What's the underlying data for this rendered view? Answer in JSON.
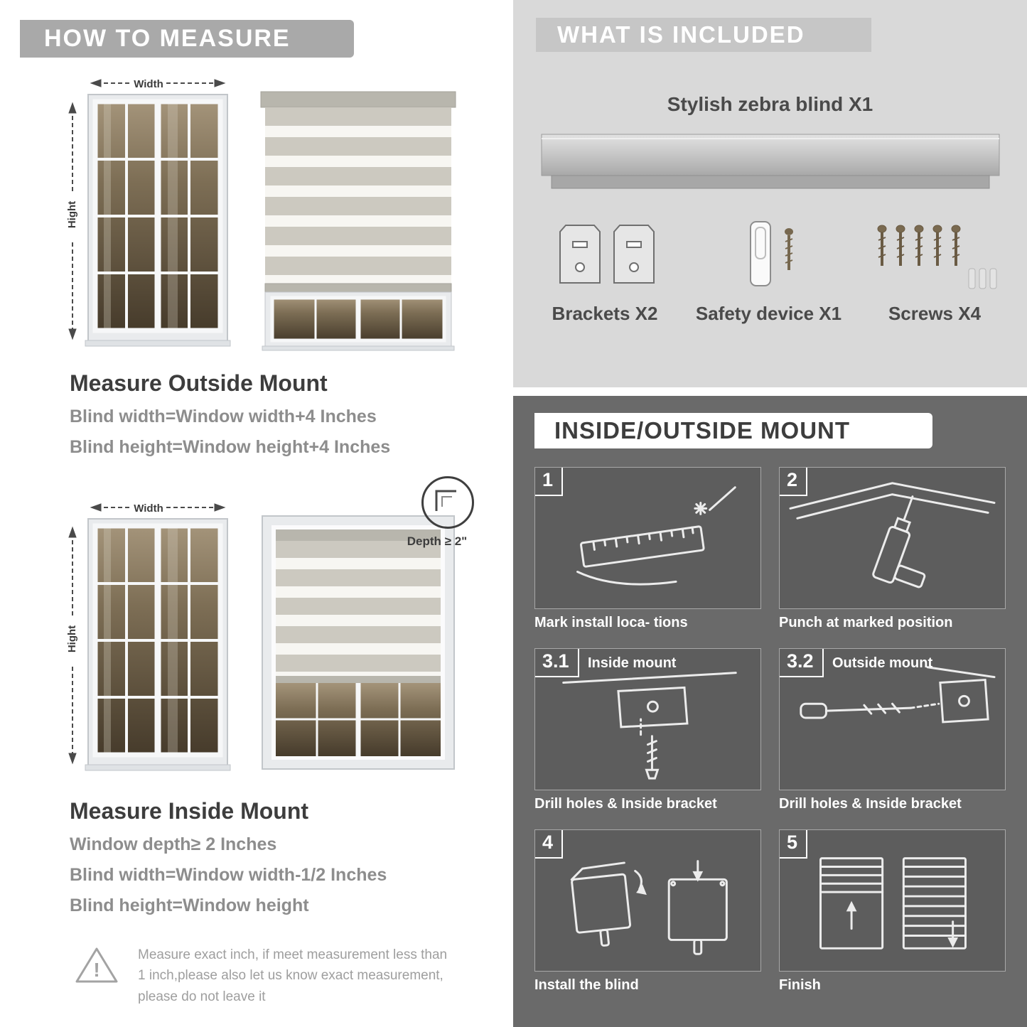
{
  "colors": {
    "banner_gray": "#a9a9a9",
    "included_bg": "#d9d9d9",
    "included_banner_bg": "#c6c6c6",
    "mount_bg": "#6a6a6a",
    "panel_bg": "#5d5d5d",
    "heading_text": "#3d3d3d",
    "body_text": "#8d8d8d"
  },
  "how_to_measure": {
    "banner": "HOW TO MEASURE",
    "width_label": "Width",
    "height_label": "Hight",
    "warning_glyph": "!",
    "outside": {
      "heading": "Measure Outside Mount",
      "lines": [
        "Blind width=Window width+4 Inches",
        "Blind height=Window height+4 Inches"
      ]
    },
    "inside": {
      "depth_label": "Depth ≥ 2\"",
      "heading": "Measure Inside Mount",
      "lines": [
        "Window depth≥ 2 Inches",
        "Blind width=Window width-1/2 Inches",
        "Blind height=Window height"
      ]
    },
    "warning_text": "Measure exact inch, if meet measurement less than 1 inch,please also let us know exact measurement, please do not leave it"
  },
  "included": {
    "banner": "WHAT IS INCLUDED",
    "product_label": "Stylish zebra blind X1",
    "items": [
      {
        "label": "Brackets X2",
        "icon": "brackets-icon"
      },
      {
        "label": "Safety device X1",
        "icon": "safety-device-icon"
      },
      {
        "label": "Screws X4",
        "icon": "screws-icon"
      }
    ]
  },
  "mount_guide": {
    "banner": "INSIDE/OUTSIDE MOUNT",
    "steps": [
      {
        "num": "1",
        "title": "",
        "caption": "Mark install loca- tions"
      },
      {
        "num": "2",
        "title": "",
        "caption": "Punch at  marked position"
      },
      {
        "num": "3.1",
        "title": "Inside mount",
        "caption": "Drill holes &  Inside bracket"
      },
      {
        "num": "3.2",
        "title": "Outside mount",
        "caption": "Drill holes &  Inside bracket"
      },
      {
        "num": "4",
        "title": "",
        "caption": "Install the blind"
      },
      {
        "num": "5",
        "title": "",
        "caption": "Finish"
      }
    ]
  }
}
